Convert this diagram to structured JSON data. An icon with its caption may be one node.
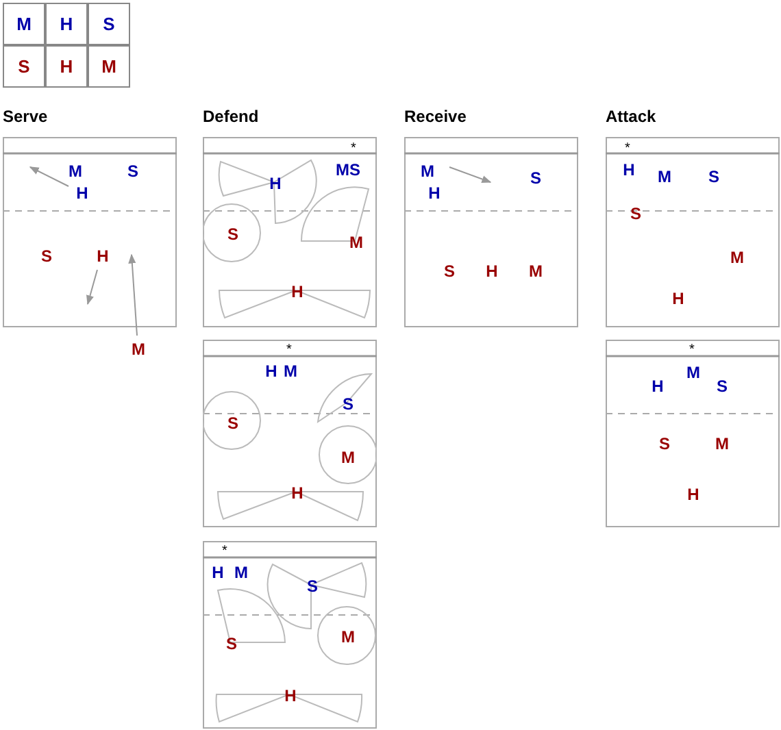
{
  "diagram": {
    "nodes": [
      {
        "text": [
          "Serve"
        ]
      },
      {
        "text": [
          "M"
        ],
        "in": 0
      },
      {
        "text": [
          "S"
        ],
        "in": 0
      },
      {
        "text": [
          "H"
        ],
        "in": 0
      },
      {
        "text": [
          "S"
        ],
        "in": 0
      },
      {
        "text": [
          "H"
        ],
        "in": 0
      },
      {
        "text": [
          "M"
        ]
      },
      {
        "text": [
          "Defend",
          "*"
        ]
      },
      {
        "text": [
          "H"
        ],
        "in": 7
      },
      {
        "text": [
          "MS"
        ],
        "in": 7
      },
      {
        "text": [
          "S"
        ],
        "in": 7
      },
      {
        "text": [
          "M"
        ],
        "in": 7
      },
      {
        "text": [
          "H"
        ],
        "in": 7
      },
      {
        "text": [
          "*"
        ]
      },
      {
        "text": [
          "H"
        ],
        "in": 13
      },
      {
        "text": [
          "M"
        ],
        "in": 13
      },
      {
        "text": [
          "S"
        ],
        "in": 13
      },
      {
        "text": [
          "S"
        ],
        "in": 13
      },
      {
        "text": [
          "M"
        ],
        "in": 13
      },
      {
        "text": [
          "H"
        ],
        "in": 13
      },
      {
        "text": [
          "*"
        ]
      },
      {
        "text": [
          "H"
        ],
        "in": 20
      },
      {
        "text": [
          "M"
        ],
        "in": 20
      },
      {
        "text": [
          "S"
        ],
        "in": 20
      },
      {
        "text": [
          "S"
        ],
        "in": 20
      },
      {
        "text": [
          "M"
        ],
        "in": 20
      },
      {
        "text": [
          "H"
        ],
        "in": 20
      },
      {
        "text": [
          "Receive"
        ]
      },
      {
        "text": [
          "M"
        ],
        "in": 27
      },
      {
        "text": [
          "H"
        ],
        "in": 27
      },
      {
        "text": [
          "S"
        ],
        "in": 27
      },
      {
        "text": [
          "S"
        ],
        "in": 27
      },
      {
        "text": [
          "H"
        ],
        "in": 27
      },
      {
        "text": [
          "M"
        ],
        "in": 27
      },
      {
        "text": [
          "Attack",
          "*"
        ]
      },
      {
        "text": [
          "H"
        ],
        "in": 34
      },
      {
        "text": [
          "M"
        ],
        "in": 34
      },
      {
        "text": [
          "S"
        ],
        "in": 34
      },
      {
        "text": [
          "S"
        ],
        "in": 34
      },
      {
        "text": [
          "M"
        ],
        "in": 34
      },
      {
        "text": [
          "H"
        ],
        "in": 34
      },
      {
        "text": [
          "*"
        ]
      },
      {
        "text": [
          "M"
        ],
        "in": 41
      },
      {
        "text": [
          "H"
        ],
        "in": 41
      },
      {
        "text": [
          "S"
        ],
        "in": 41
      },
      {
        "text": [
          "S"
        ],
        "in": 41
      },
      {
        "text": [
          "M"
        ],
        "in": 41
      },
      {
        "text": [
          "H"
        ],
        "in": 41
      }
    ],
    "edges": [
      {
        "from": 3,
        "to": 1,
        "arrow": "to"
      },
      {
        "from": 5,
        "to": null,
        "arrow": "to"
      },
      {
        "from": 6,
        "to": 5,
        "arrow": "to"
      },
      {
        "from": 28,
        "to": 30,
        "arrow": "to"
      }
    ],
    "labels": [
      "M",
      "H",
      "S",
      "S",
      "H",
      "M"
    ]
  }
}
